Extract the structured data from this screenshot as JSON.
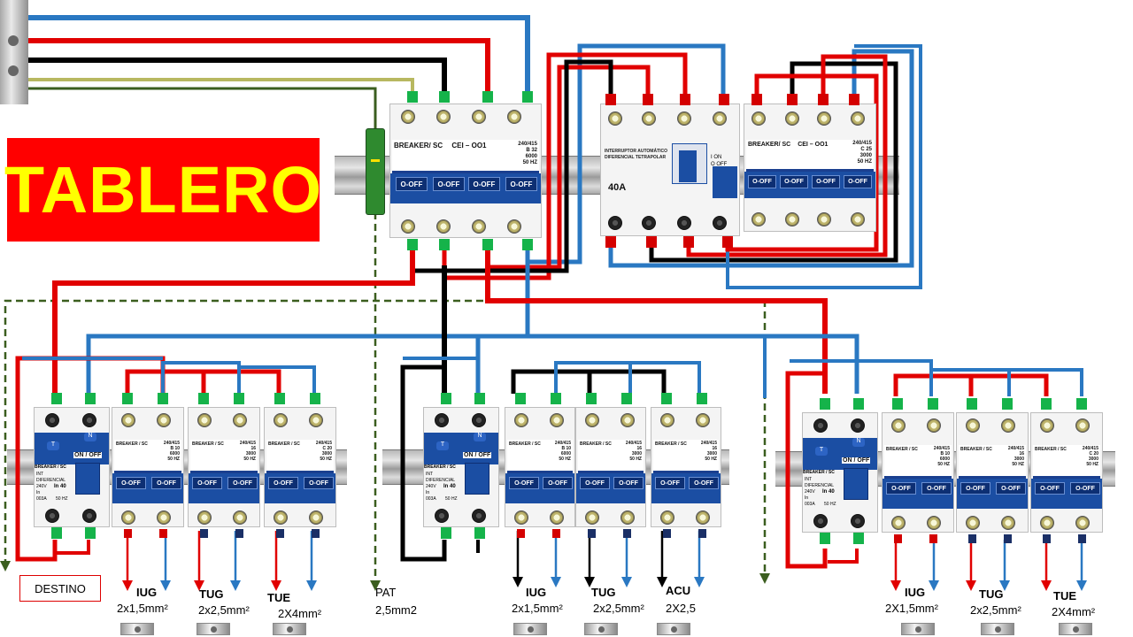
{
  "title": "TABLERO",
  "main_breaker": {
    "label": "BREAKER/ SC",
    "norm": "CEI – OO1",
    "specs": [
      "240/415",
      "B 32",
      "6000",
      "50 HZ"
    ],
    "switch_label": "O-OFF"
  },
  "differential_tetrapolar": {
    "label_line1": "INTERRUPTOR AUTOMÁTICO",
    "label_line2": "DIFERENCIAL TETRAPOLAR",
    "rating": "40A",
    "on_label": "I ON",
    "off_label": "O OFF"
  },
  "breaker_c25": {
    "label": "BREAKER/ SC",
    "norm": "CEI – OO1",
    "specs": [
      "240/415",
      "C 25",
      "3000",
      "50 HZ"
    ],
    "switch_label": "O-OFF"
  },
  "sub_panels": [
    {
      "differential": {
        "top": "BREAKER / SC",
        "lines": [
          "INT",
          "DIFERENCIAL",
          "240V",
          "In",
          "003A"
        ],
        "in": "In 40",
        "hz": "50 HZ",
        "switch": "ON / OFF",
        "t": "T",
        "n": "N"
      },
      "breakers": [
        {
          "label": "BREAKER / SC",
          "specs": [
            "240/415",
            "B 10",
            "6000",
            "50 HZ"
          ],
          "sw": "O-OFF"
        },
        {
          "label": "BREAKER / SC",
          "specs": [
            "240/415",
            "16",
            "3000",
            "50 HZ"
          ],
          "sw": "O-OFF"
        },
        {
          "label": "BREAKER / SC",
          "specs": [
            "240/415",
            "C 20",
            "3000",
            "50 HZ"
          ],
          "sw": "O-OFF"
        }
      ],
      "circuits": [
        {
          "name": "IUG",
          "section": "2x1,5mm²"
        },
        {
          "name": "TUG",
          "section": "2x2,5mm²"
        },
        {
          "name": "TUE",
          "section": "2X4mm²"
        }
      ]
    },
    {
      "differential": {
        "top": "BREAKER / SC",
        "lines": [
          "INT",
          "DIFERENCIAL",
          "240V",
          "In",
          "003A"
        ],
        "in": "In 40",
        "hz": "50 HZ",
        "switch": "ON / OFF",
        "t": "T",
        "n": "N"
      },
      "breakers": [
        {
          "label": "BREAKER / SC",
          "specs": [
            "240/415",
            "B 10",
            "6000",
            "50 HZ"
          ],
          "sw": "O-OFF"
        },
        {
          "label": "BREAKER / SC",
          "specs": [
            "240/415",
            "16",
            "3000",
            "50 HZ"
          ],
          "sw": "O-OFF"
        },
        {
          "label": "BREAKER / SC",
          "specs": [
            "240/415",
            "16",
            "3000",
            "50 HZ"
          ],
          "sw": "O-OFF"
        }
      ],
      "circuits": [
        {
          "name": "IUG",
          "section": "2x1,5mm²"
        },
        {
          "name": "TUG",
          "section": "2x2,5mm²"
        },
        {
          "name": "ACU",
          "section": "2X2,5"
        }
      ]
    },
    {
      "differential": {
        "top": "BREAKER / SC",
        "lines": [
          "INT",
          "DIFERENCIAL",
          "240V",
          "In",
          "003A"
        ],
        "in": "In 40",
        "hz": "50 HZ",
        "switch": "ON / OFF",
        "t": "T",
        "n": "N"
      },
      "breakers": [
        {
          "label": "BREAKER / SC",
          "specs": [
            "240/415",
            "B 10",
            "6000",
            "50 HZ"
          ],
          "sw": "O-OFF"
        },
        {
          "label": "BREAKER / SC",
          "specs": [
            "240/415",
            "16",
            "3000",
            "50 HZ"
          ],
          "sw": "O-OFF"
        },
        {
          "label": "BREAKER / SC",
          "specs": [
            "240/415",
            "C 20",
            "3000",
            "50 HZ"
          ],
          "sw": "O-OFF"
        }
      ],
      "circuits": [
        {
          "name": "IUG",
          "section": "2X1,5mm²"
        },
        {
          "name": "TUG",
          "section": "2x2,5mm²"
        },
        {
          "name": "TUE",
          "section": "2X4mm²"
        }
      ]
    }
  ],
  "pat": {
    "name": "PAT",
    "section": "2,5mm2"
  },
  "destino": "DESTINO",
  "colors": {
    "phase": "#e10000",
    "neutral": "#2a78c2",
    "black": "#000000",
    "ground": "#3b5e1f",
    "title_bg": "#ff0000",
    "title_text": "#ffff00"
  }
}
